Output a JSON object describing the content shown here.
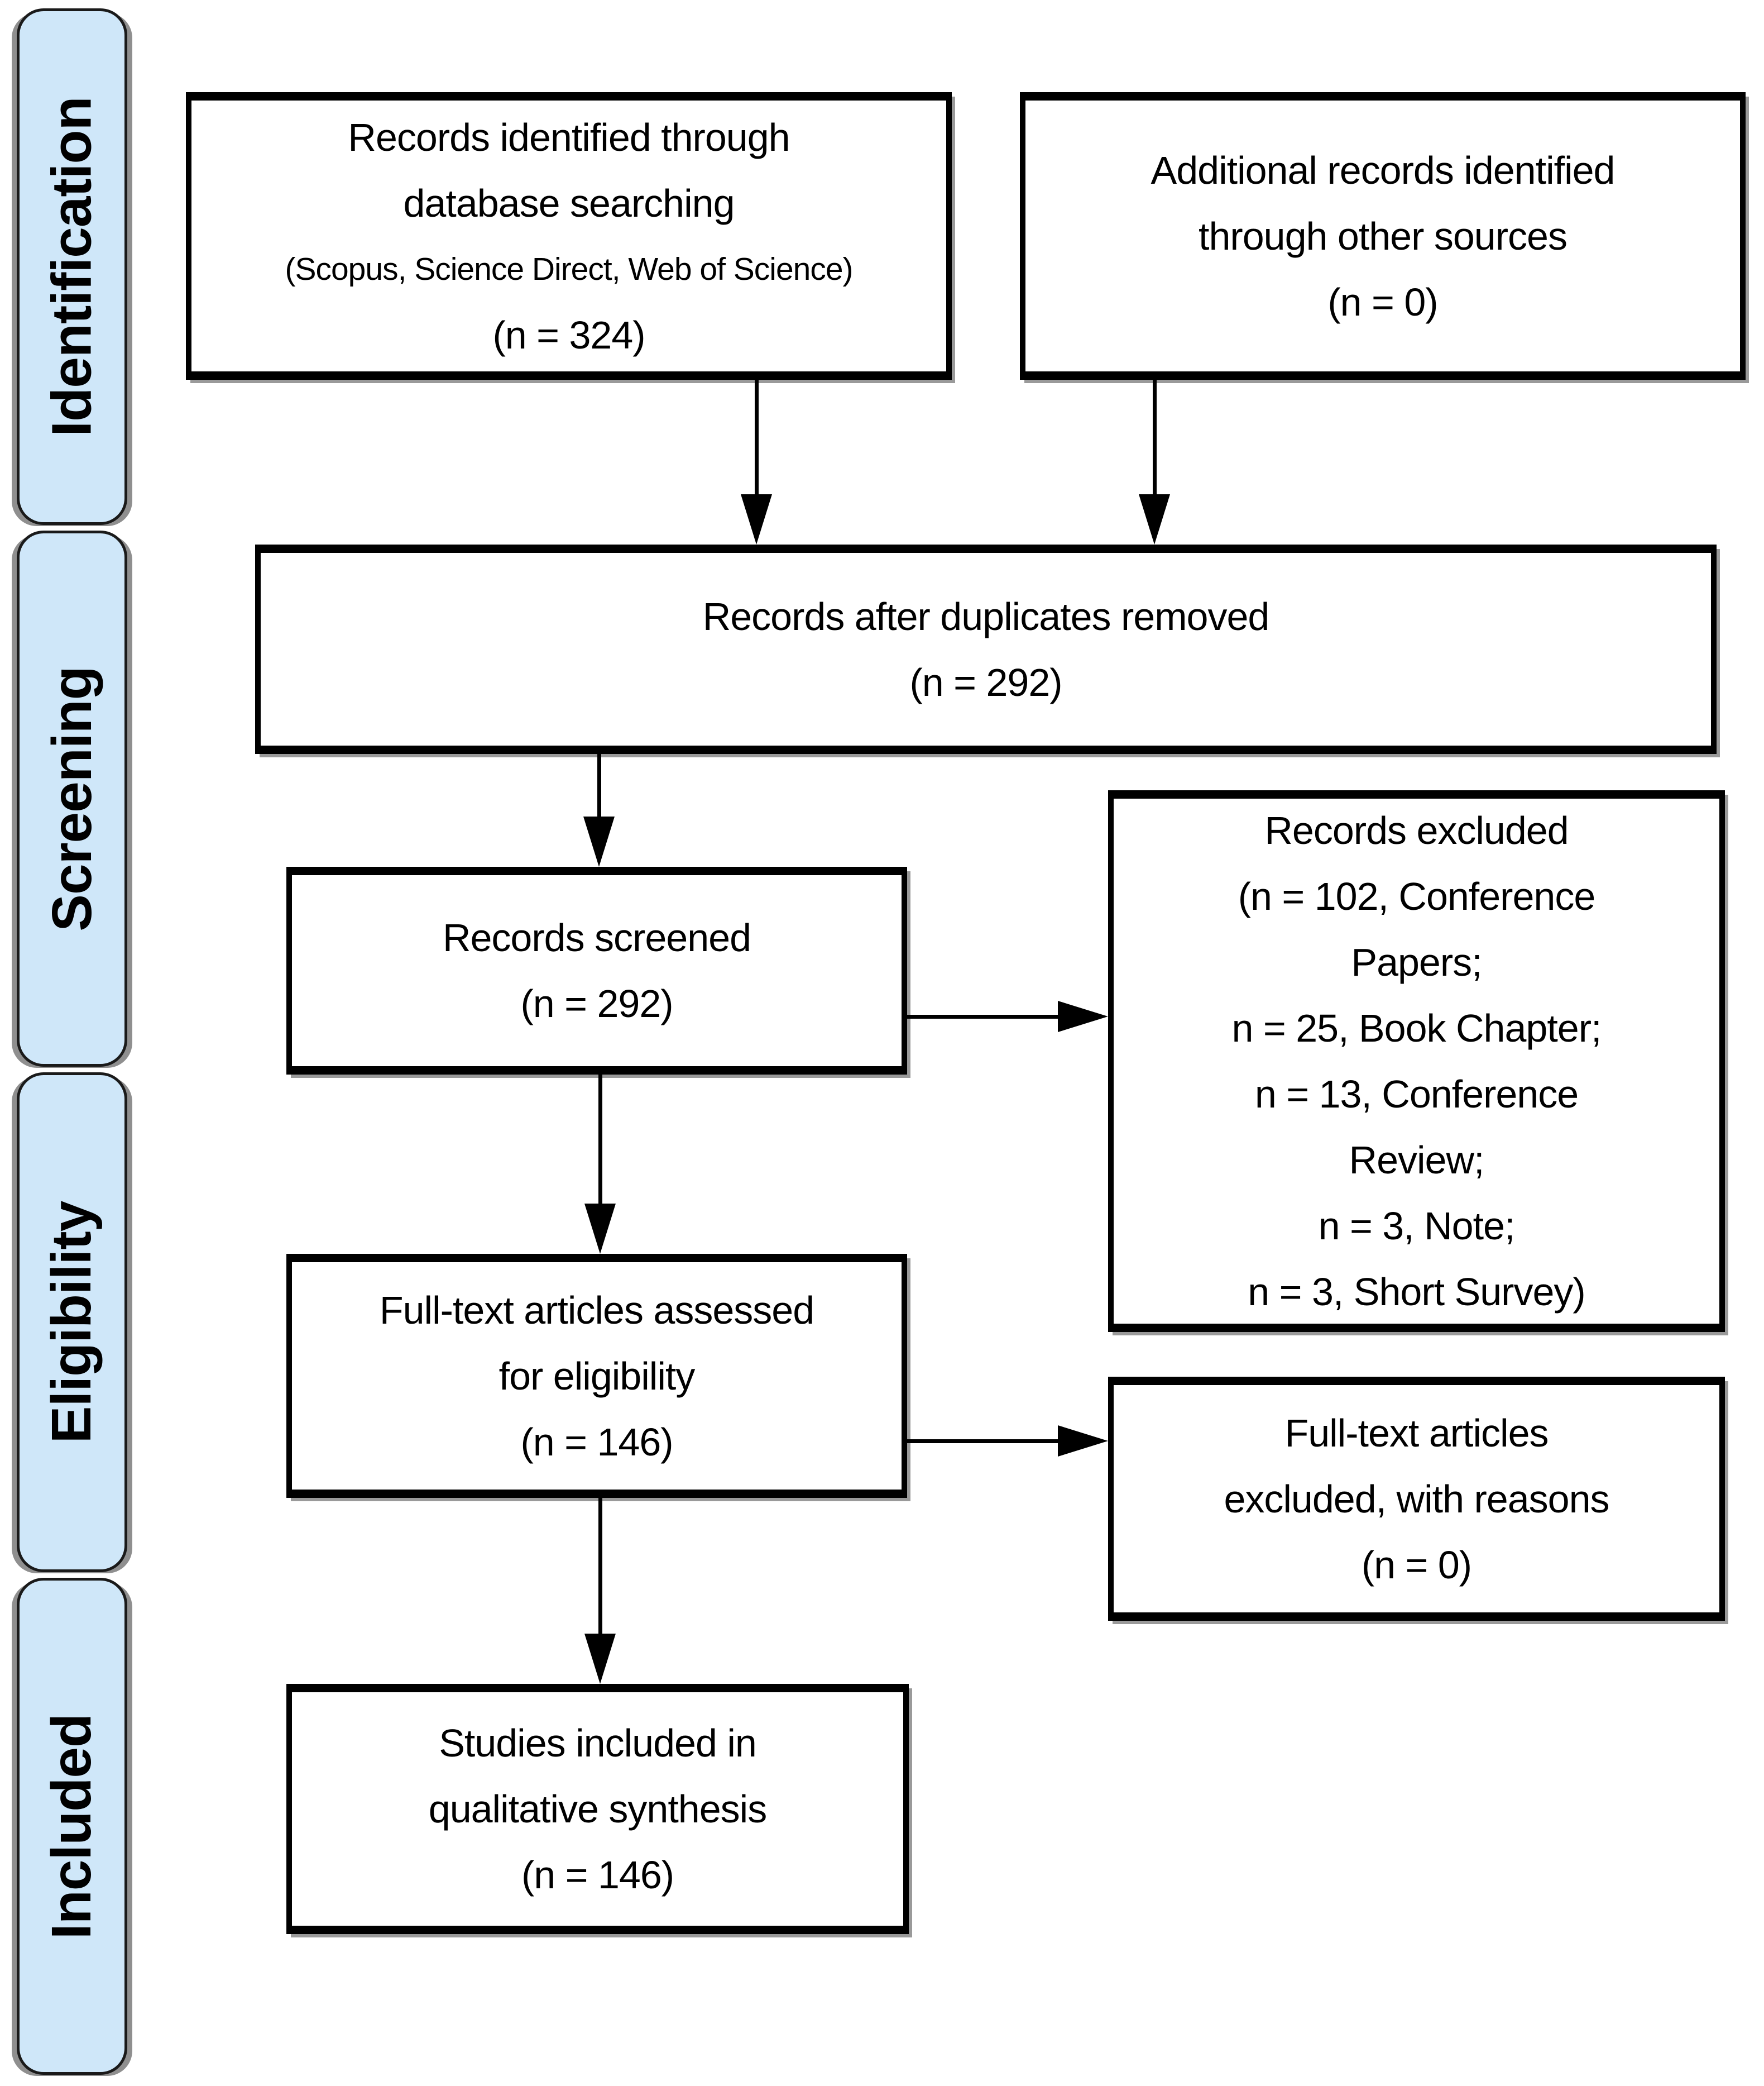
{
  "phases": [
    {
      "label": "Identification"
    },
    {
      "label": "Screening"
    },
    {
      "label": "Eligibility"
    },
    {
      "label": "Included"
    }
  ],
  "boxes": {
    "records_identified": {
      "lines": [
        "Records identified through",
        "database searching",
        "(Scopus, Science Direct, Web of Science)",
        "(n = 324)"
      ]
    },
    "additional_records": {
      "lines": [
        "Additional records identified",
        "through other sources",
        "(n = 0)"
      ]
    },
    "after_duplicates": {
      "lines": [
        "Records after duplicates removed",
        "(n = 292)"
      ]
    },
    "records_screened": {
      "lines": [
        "Records screened",
        "(n = 292)"
      ]
    },
    "records_excluded": {
      "lines": [
        "Records excluded",
        "(n = 102, Conference",
        "Papers;",
        "n = 25, Book Chapter;",
        "n = 13, Conference",
        "Review;",
        "n = 3, Note;",
        "n = 3, Short Survey)"
      ]
    },
    "fulltext_assessed": {
      "lines": [
        "Full-text articles assessed",
        "for eligibility",
        "(n = 146)"
      ]
    },
    "fulltext_excluded": {
      "lines": [
        "Full-text articles",
        "excluded, with reasons",
        "(n = 0)"
      ]
    },
    "studies_included": {
      "lines": [
        "Studies included in",
        "qualitative synthesis",
        "(n = 146)"
      ]
    }
  },
  "colors": {
    "phase_fill": "#cfe7f9",
    "phase_border": "#1a1a1a",
    "box_border": "#000000",
    "box_fill": "#ffffff",
    "shadow": "#8f8f8f",
    "arrow": "#000000",
    "text": "#000000"
  }
}
